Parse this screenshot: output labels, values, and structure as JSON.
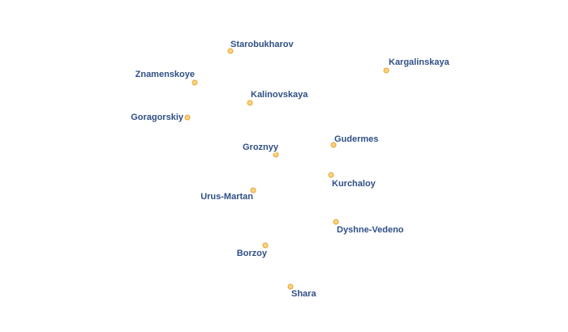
{
  "map": {
    "marker_color": "#ffd27a",
    "marker_stroke": "#e0a840",
    "label_color": "#2f4f86",
    "label_halo": "#ffffff",
    "cities": [
      {
        "id": "starobukharov",
        "name": "Starobukharov"
      },
      {
        "id": "kargalinskaya",
        "name": "Kargalinskaya"
      },
      {
        "id": "znamenskoye",
        "name": "Znamenskoye"
      },
      {
        "id": "kalinovskaya",
        "name": "Kalinovskaya"
      },
      {
        "id": "goragorskiy",
        "name": "Goragorskiy"
      },
      {
        "id": "gudermes",
        "name": "Gudermes"
      },
      {
        "id": "groznyy",
        "name": "Groznyy"
      },
      {
        "id": "kurchaloy",
        "name": "Kurchaloy"
      },
      {
        "id": "urus-martan",
        "name": "Urus-Martan"
      },
      {
        "id": "dyshne-vedeno",
        "name": "Dyshne-Vedeno"
      },
      {
        "id": "borzoy",
        "name": "Borzoy"
      },
      {
        "id": "shara",
        "name": "Shara"
      }
    ]
  }
}
